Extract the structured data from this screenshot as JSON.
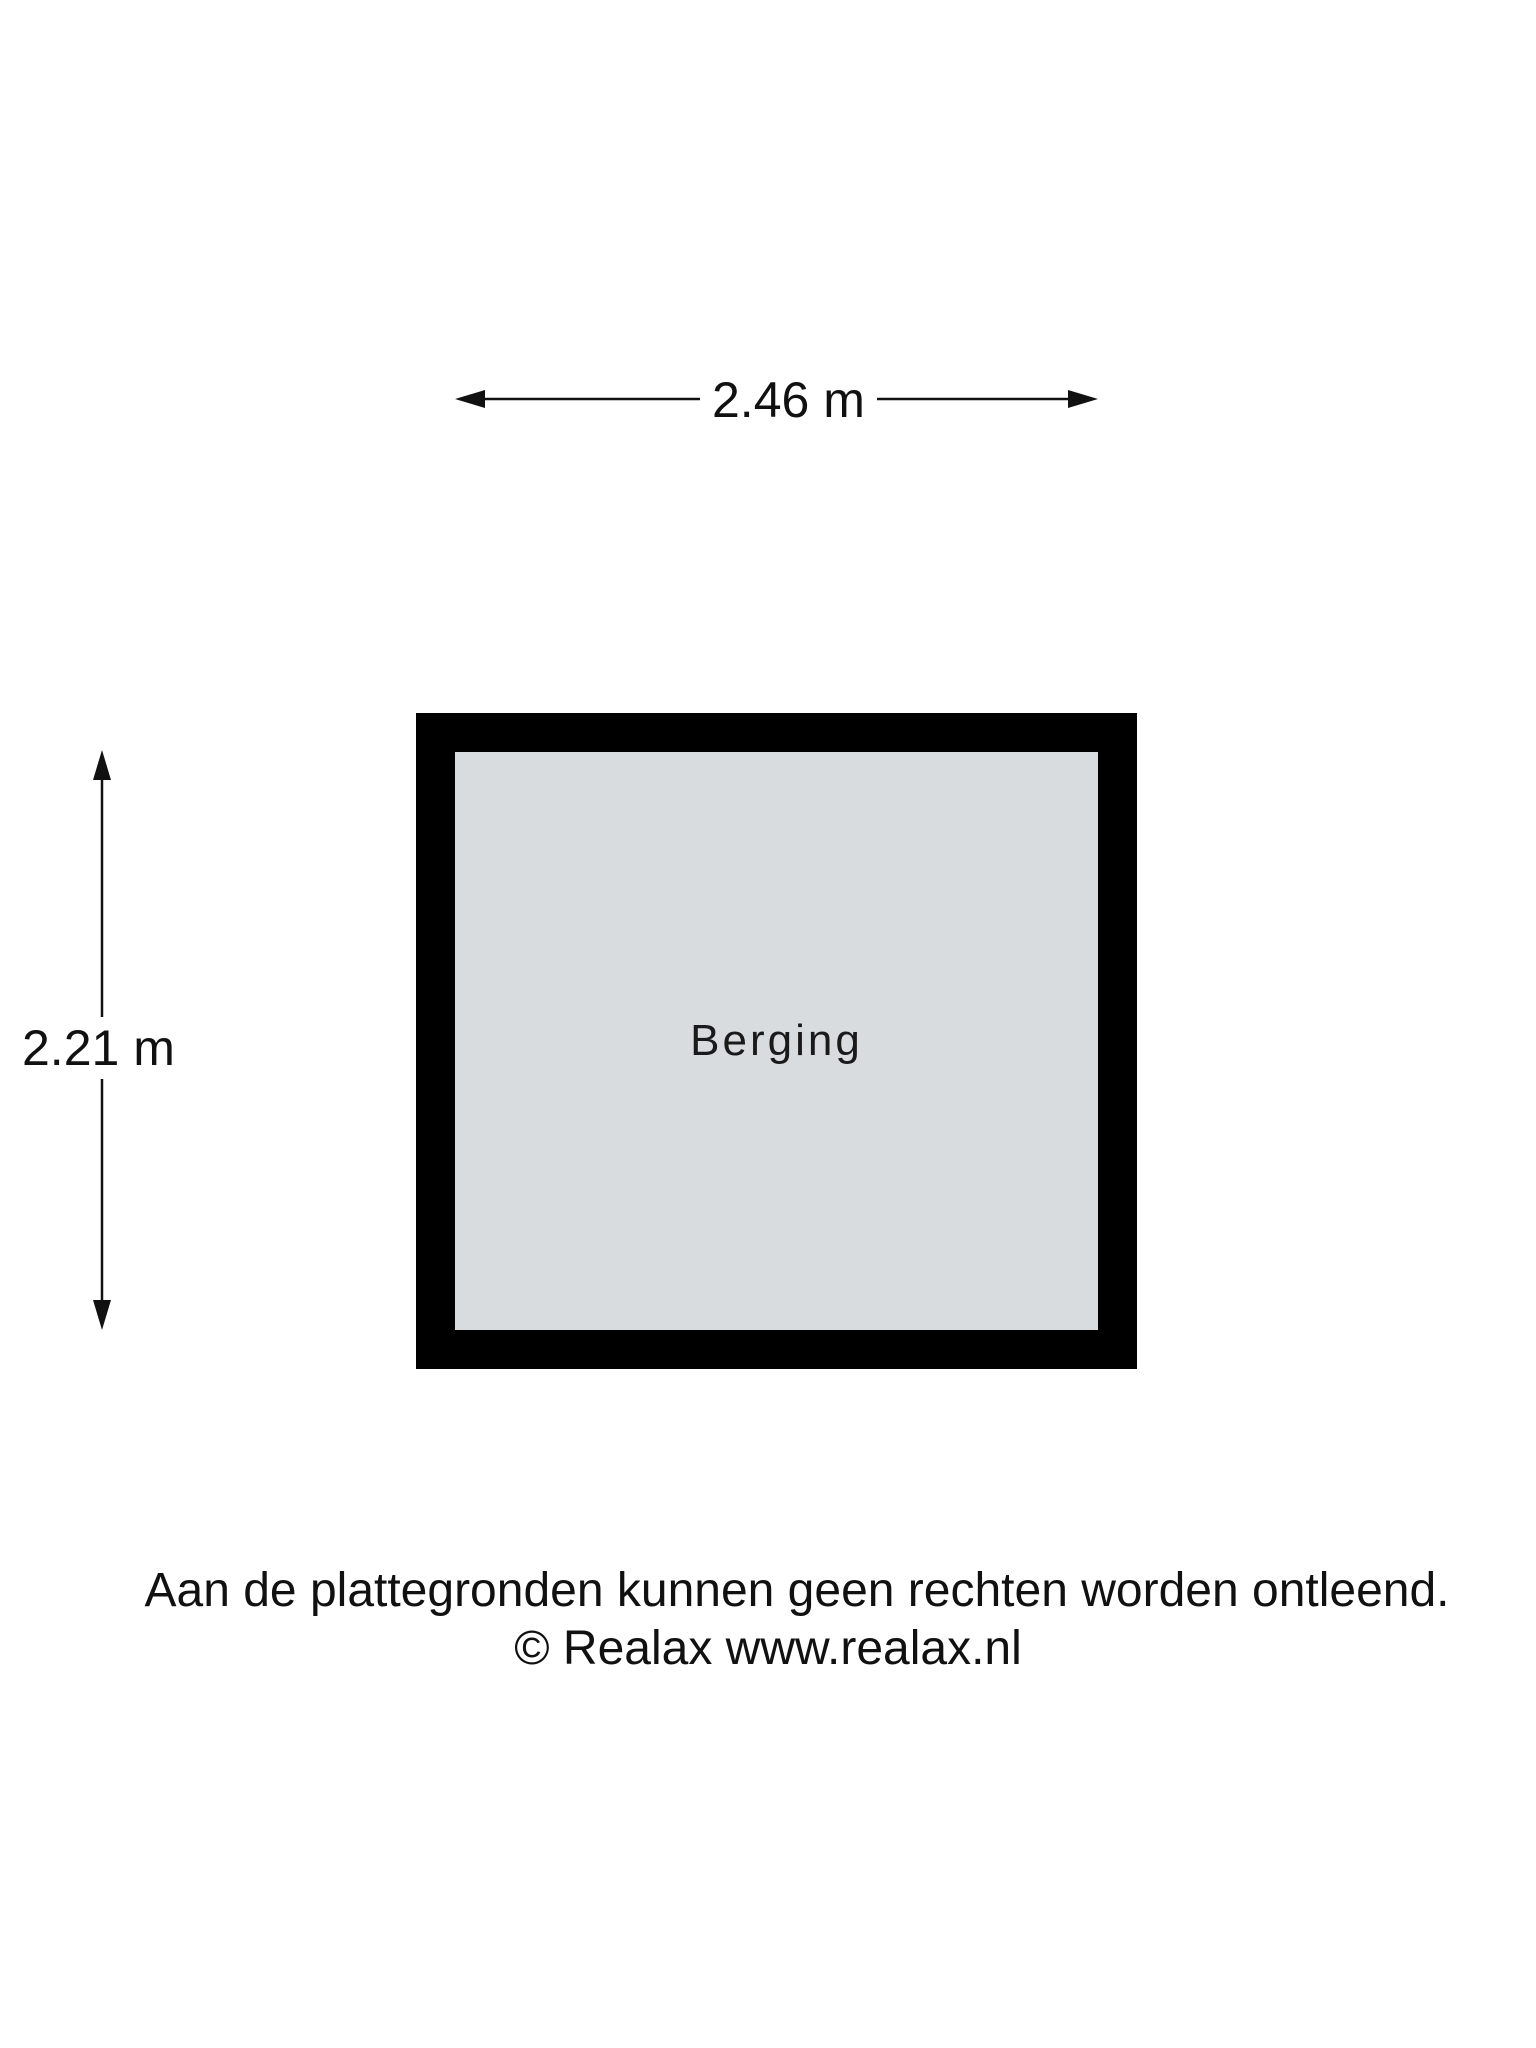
{
  "floorplan": {
    "dimensions": {
      "width": "2.46 m",
      "height": "2.21 m"
    },
    "rooms": [
      {
        "label": "Berging",
        "fill": "#d9dcdf",
        "wall": "#000000"
      }
    ]
  },
  "footer": {
    "disclaimer": "Aan de plattegronden kunnen geen rechten worden ontleend.",
    "copyright": "© Realax www.realax.nl"
  }
}
